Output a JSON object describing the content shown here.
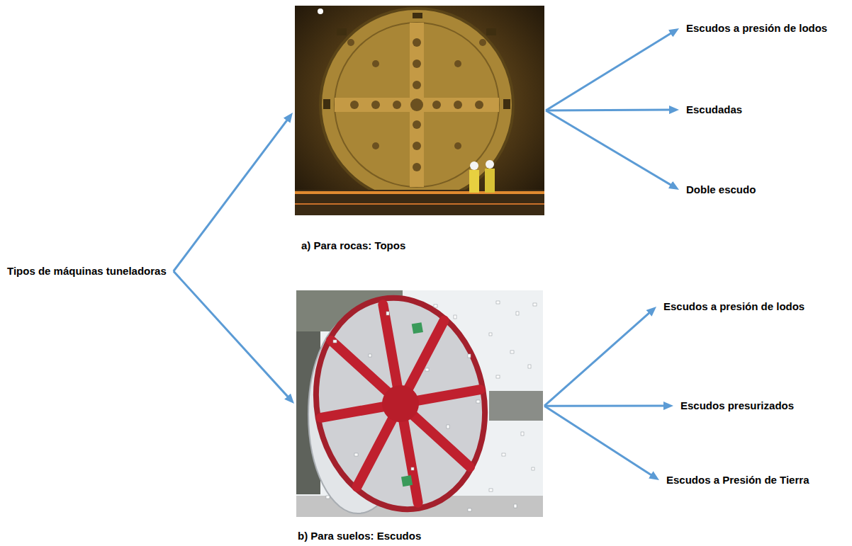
{
  "diagram": {
    "nodes": [
      {
        "text": [
          "Tipos de máquinas tuneladoras"
        ]
      },
      {
        "text": [
          "a) Para rocas: Topos"
        ]
      },
      {
        "text": [
          "Escudos a presión de lodos"
        ]
      },
      {
        "text": [
          "Escudadas"
        ]
      },
      {
        "text": [
          "Doble escudo"
        ]
      },
      {
        "text": [
          "b) Para suelos: Escudos"
        ]
      },
      {
        "text": [
          "Escudos a presión de lodos"
        ]
      },
      {
        "text": [
          "Escudos presurizados"
        ]
      },
      {
        "text": [
          "Escudos a Presión de Tierra"
        ]
      }
    ],
    "edges": [
      {
        "from": 0,
        "to": 1,
        "arrow": "to"
      },
      {
        "from": 0,
        "to": 5,
        "arrow": "to"
      },
      {
        "from": 1,
        "to": 2,
        "arrow": "to"
      },
      {
        "from": 1,
        "to": 3,
        "arrow": "to"
      },
      {
        "from": 1,
        "to": 4,
        "arrow": "to"
      },
      {
        "from": 5,
        "to": 6,
        "arrow": "to"
      },
      {
        "from": 5,
        "to": 7,
        "arrow": "to"
      },
      {
        "from": 5,
        "to": 8,
        "arrow": "to"
      }
    ]
  }
}
